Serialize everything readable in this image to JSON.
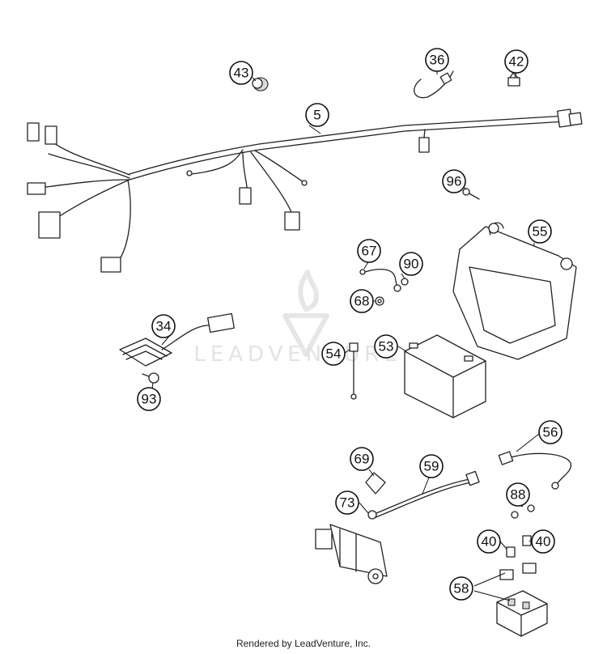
{
  "callouts": [
    {
      "id": "43",
      "label": "43"
    },
    {
      "id": "36",
      "label": "36"
    },
    {
      "id": "42",
      "label": "42"
    },
    {
      "id": "5",
      "label": "5"
    },
    {
      "id": "96",
      "label": "96"
    },
    {
      "id": "55",
      "label": "55"
    },
    {
      "id": "67",
      "label": "67"
    },
    {
      "id": "90",
      "label": "90"
    },
    {
      "id": "68",
      "label": "68"
    },
    {
      "id": "34",
      "label": "34"
    },
    {
      "id": "53",
      "label": "53"
    },
    {
      "id": "54",
      "label": "54"
    },
    {
      "id": "93",
      "label": "93"
    },
    {
      "id": "56",
      "label": "56"
    },
    {
      "id": "69",
      "label": "69"
    },
    {
      "id": "59",
      "label": "59"
    },
    {
      "id": "73",
      "label": "73"
    },
    {
      "id": "88",
      "label": "88"
    },
    {
      "id": "40a",
      "label": "40"
    },
    {
      "id": "40b",
      "label": "40"
    },
    {
      "id": "58",
      "label": "58"
    }
  ],
  "watermark": "LEADVENTURE",
  "footer": "Rendered by LeadVenture, Inc."
}
